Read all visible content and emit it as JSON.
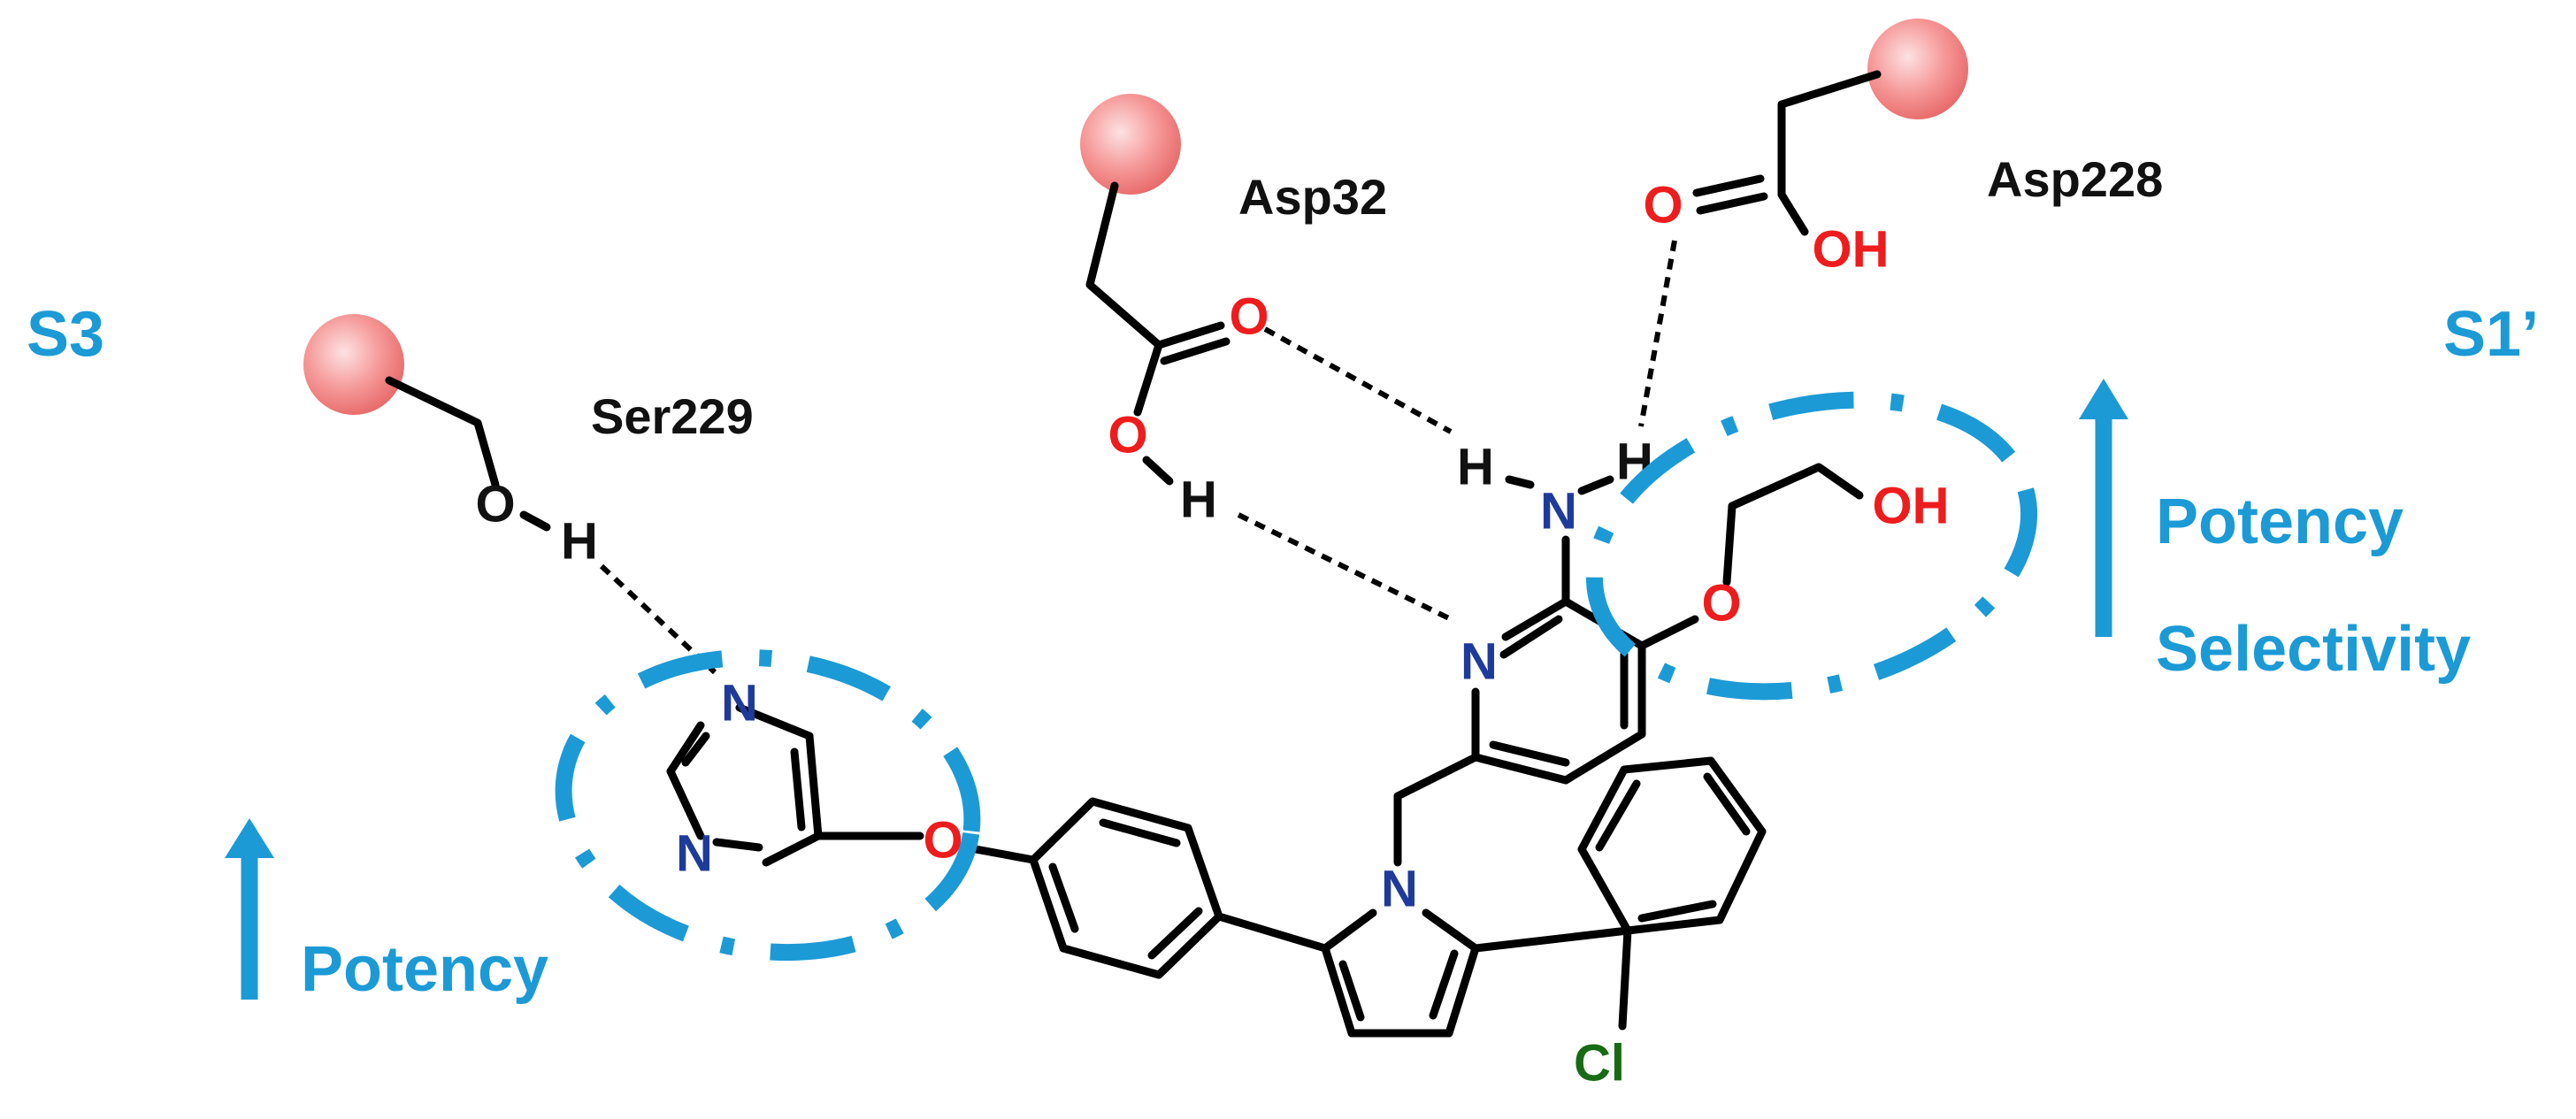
{
  "colors": {
    "bond": "#000000",
    "oxygen": "#ee1c1c",
    "nitrogen": "#1e3a9a",
    "chlorine": "#176b14",
    "highlight": "#1c9ad6",
    "residue_sphere": "#f47f7f"
  },
  "atoms": {
    "O": "O",
    "H": "H",
    "N": "N",
    "OH": "OH",
    "Cl": "Cl"
  },
  "residues": {
    "ser229": "Ser229",
    "asp32": "Asp32",
    "asp228": "Asp228"
  },
  "pockets": {
    "s3": "S3",
    "s1prime": "S1’"
  },
  "annotations": {
    "left_effect": "Potency",
    "right_effect_1": "Potency",
    "right_effect_2": "Selectivity"
  }
}
